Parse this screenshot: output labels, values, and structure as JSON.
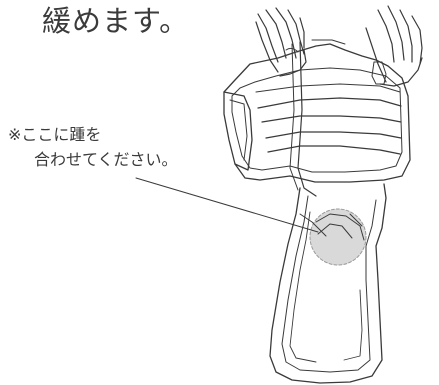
{
  "heading": "緩めます。",
  "callout": {
    "line1": "※ここに踵を",
    "line2": "合わせてください。"
  },
  "illustration": {
    "subject": "knee-support-being-loosened-by-two-hands",
    "heel_marker_color": "#d9d9d9"
  }
}
